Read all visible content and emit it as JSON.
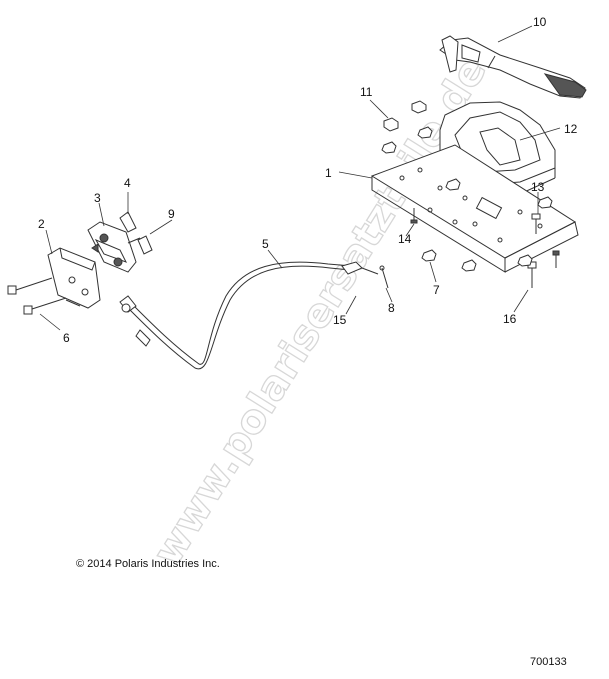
{
  "diagram": {
    "callouts": [
      "1",
      "2",
      "3",
      "4",
      "5",
      "6",
      "7",
      "8",
      "9",
      "10",
      "11",
      "12",
      "13",
      "14",
      "15",
      "16"
    ],
    "copyright": "© 2014 Polaris Industries Inc.",
    "diagram_id": "700133",
    "watermark": "www.polarisersatzteile.de",
    "colors": {
      "line": "#333333",
      "fill": "#ffffff",
      "dark": "#555555",
      "watermark": "#d7d7d7"
    }
  }
}
